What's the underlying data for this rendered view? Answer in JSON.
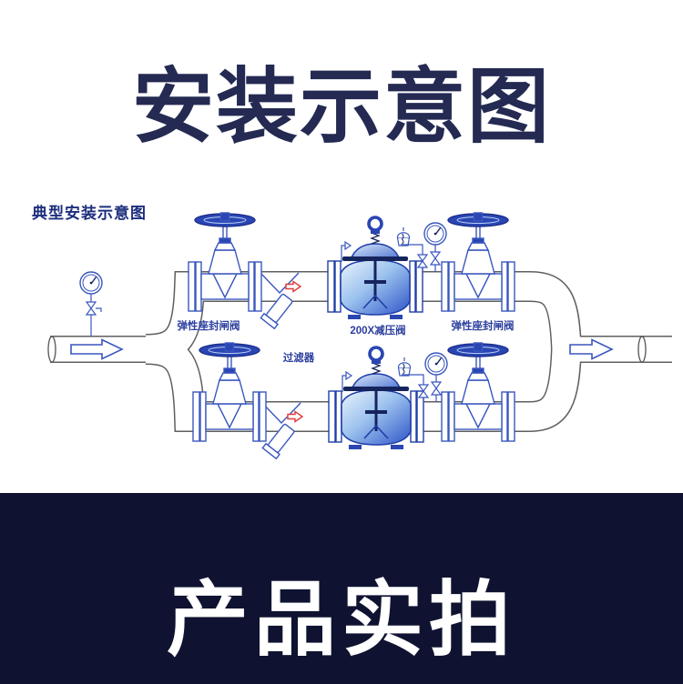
{
  "header": {
    "title": "安装示意图"
  },
  "diagram": {
    "caption": "典型安装示意图",
    "labels": {
      "gate_valve_left": "弹性座封闸阀",
      "reducing_valve": "200X减压阀",
      "gate_valve_right": "弹性座封闸阀",
      "strainer": "过滤器"
    },
    "components": [
      "gate-valve",
      "y-strainer",
      "pressure-reducing-valve",
      "pressure-gauge",
      "pilot-valve",
      "needle-valve",
      "pipe-flow-arrow"
    ],
    "flow_direction": "left-to-right",
    "colors": {
      "line_blue": "#3a57bf",
      "dark_blue_fill": "#2946b3",
      "navy": "#16245e",
      "pipe_gray": "#5f5f5f",
      "arrow_red": "#e23b3b",
      "label_blue": "#2b3f9e",
      "title_navy": "#242a52",
      "footer_background": "#0f1331",
      "footer_text": "#ffffff"
    }
  },
  "footer": {
    "title": "产品实拍"
  }
}
